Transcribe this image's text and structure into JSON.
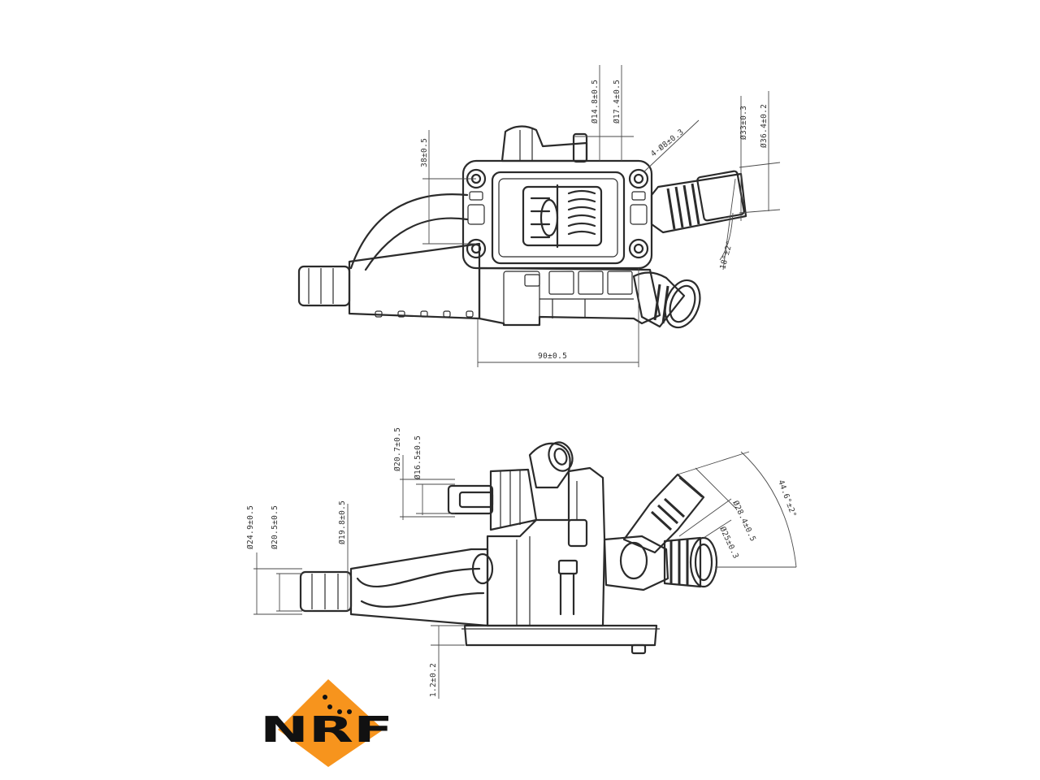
{
  "drawing": {
    "top_view": {
      "dims": {
        "d_14_8": "Ø14.8±0.5",
        "d_17_4": "Ø17.4±0.5",
        "d_36_4": "Ø36.4±0.2",
        "d_33": "Ø33±0.3",
        "holes": "4-Ø8±0.3",
        "len_38": "38±0.5",
        "len_90": "90±0.5",
        "angle_18": "18°±2°"
      }
    },
    "side_view": {
      "dims": {
        "d_20_7": "Ø20.7±0.5",
        "d_16_5": "Ø16.5±0.5",
        "d_24_9": "Ø24.9±0.5",
        "d_20_5": "Ø20.5±0.5",
        "d_19_8": "Ø19.8±0.5",
        "d_28_4": "Ø28.4±0.5",
        "d_25": "Ø25±0.3",
        "angle_44": "44.6°±2°",
        "len_1_2": "1.2±0.2"
      }
    }
  },
  "logo": {
    "text": "NRF",
    "accent_color": "#F7941D"
  }
}
